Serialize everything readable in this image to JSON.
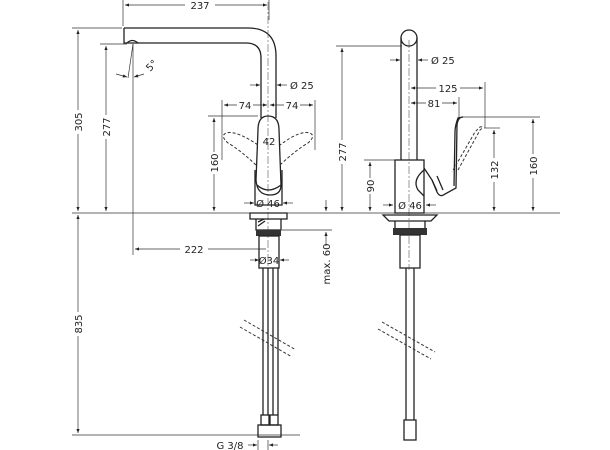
{
  "side_view": {
    "reach": "237",
    "total_height": "305",
    "spout_height": "277",
    "spout_angle": "5°",
    "spout_diameter": "Ø 25",
    "handle_swing_left": "74",
    "handle_swing_right": "74",
    "handle_width": "42",
    "handle_height": "160",
    "base_diameter": "Ø 46",
    "swivel_reach": "222",
    "shank_diameter": "Ø34",
    "max_deck_thickness": "max. 60",
    "hose_length": "835",
    "connection_thread": "G 3/8"
  },
  "front_view": {
    "spout_height": "277",
    "spout_diameter": "Ø  25",
    "handle_reach_open": "125",
    "handle_reach_closed": "81",
    "body_height": "90",
    "base_diameter": "Ø  46",
    "handle_height_open": "132",
    "handle_height_closed": "160"
  }
}
